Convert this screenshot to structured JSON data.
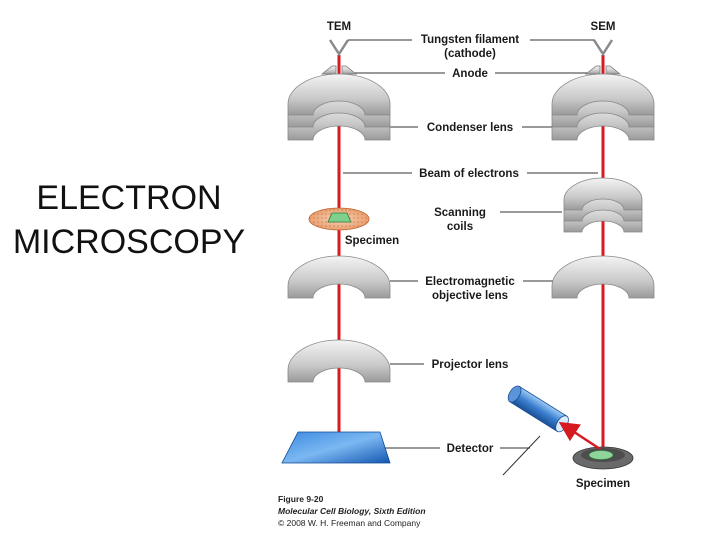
{
  "slide": {
    "title_line1": "ELECTRON",
    "title_line2": "MICROSCOPY"
  },
  "diagram": {
    "columns": {
      "left": "TEM",
      "right": "SEM"
    },
    "labels": {
      "filament_line1": "Tungsten filament",
      "filament_line2": "(cathode)",
      "anode": "Anode",
      "condenser": "Condenser lens",
      "beam": "Beam of electrons",
      "scanning_line1": "Scanning",
      "scanning_line2": "coils",
      "specimen_tem": "Specimen",
      "objective_line1": "Electromagnetic",
      "objective_line2": "objective lens",
      "projector": "Projector lens",
      "detector": "Detector",
      "specimen_sem": "Specimen"
    },
    "caption": {
      "figure": "Figure 9-20",
      "book": "Molecular Cell Biology, Sixth Edition",
      "copyright": "© 2008 W. H. Freeman and Company"
    },
    "colors": {
      "beam": "#d71920",
      "lens": "#c7c7c7",
      "detector": "#1560bd",
      "specimen": "#f2b48a",
      "sem_detector": "#3b7fd0"
    }
  }
}
